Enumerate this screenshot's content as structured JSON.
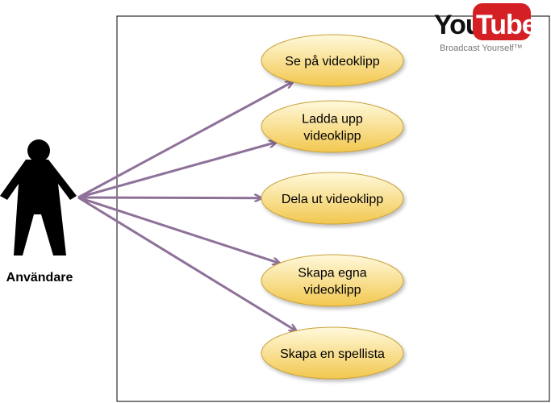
{
  "actor": {
    "label": "Användare"
  },
  "use_cases": [
    {
      "lines": [
        "Se på videoklipp"
      ]
    },
    {
      "lines": [
        "Ladda upp",
        "videoklipp"
      ]
    },
    {
      "lines": [
        "Dela ut videoklipp"
      ]
    },
    {
      "lines": [
        "Skapa egna",
        "videoklipp"
      ]
    },
    {
      "lines": [
        "Skapa en spellista"
      ]
    }
  ],
  "logo": {
    "you": "You",
    "tube": "Tube",
    "tagline": "Broadcast Yourself™"
  },
  "colors": {
    "arrow": "#8e7199",
    "ellipse_fill_top": "#fff9dc",
    "ellipse_fill_bottom": "#f2c74e",
    "ellipse_stroke": "#c9a23c",
    "logo_red": "#d42025",
    "actor": "#000000",
    "boundary": "#000000"
  }
}
